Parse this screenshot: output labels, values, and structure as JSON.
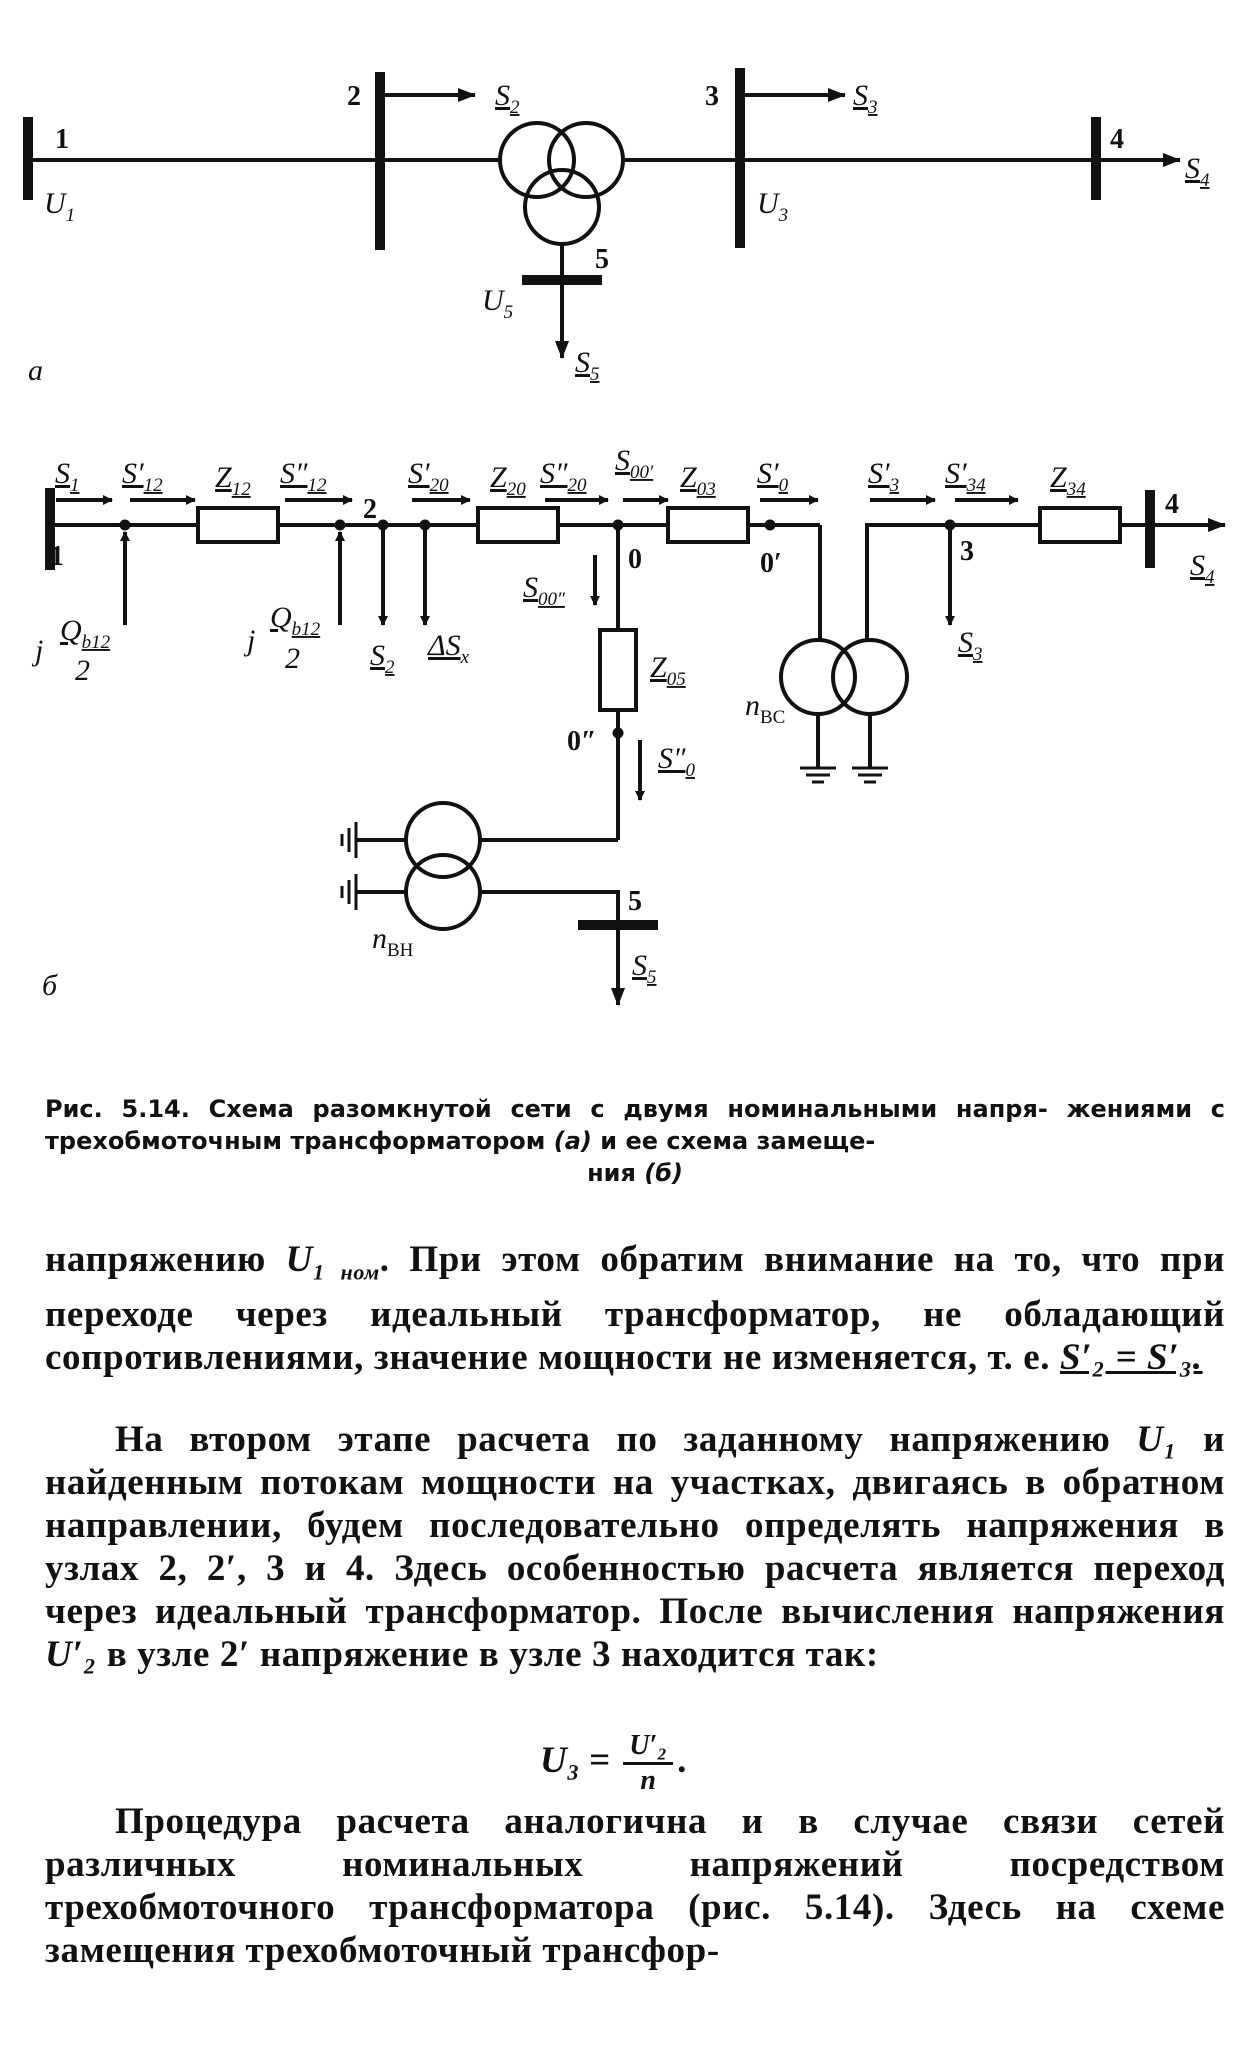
{
  "diagram_a": {
    "panel_label": "а",
    "nodes": [
      "1",
      "2",
      "3",
      "4",
      "5"
    ],
    "voltages": [
      "U",
      "1",
      "U",
      "3",
      "U",
      "5"
    ],
    "powers": [
      "S",
      "2",
      "S",
      "3",
      "S",
      "4",
      "S",
      "5"
    ]
  },
  "diagram_b": {
    "panel_label": "б",
    "nodes": [
      "1",
      "2",
      "0",
      "0′",
      "0″",
      "3",
      "4",
      "5"
    ],
    "impedances": [
      "Z",
      "12",
      "Z",
      "20",
      "Z",
      "03",
      "Z",
      "05",
      "Z",
      "34"
    ],
    "flows": [
      "S",
      "1",
      "S′",
      "12",
      "S″",
      "12",
      "S′",
      "20",
      "S″",
      "20",
      "S",
      "00′",
      "S′",
      "0",
      "S′",
      "3",
      "S′",
      "34",
      "S",
      "00″",
      "S″",
      "0",
      "S",
      "2",
      "ΔS",
      "x",
      "S",
      "3",
      "S",
      "4",
      "S",
      "5"
    ],
    "charging": [
      "j",
      "Q",
      "b12",
      "2"
    ],
    "transformers": [
      "n",
      "ВС",
      "n",
      "ВН"
    ]
  },
  "caption": {
    "line1": "Рис. 5.14. Схема разомкнутой сети с двумя номинальными напря-",
    "line2a": "жениями с трехобмоточным трансформатором",
    "line2b": "(а)",
    "line2c": "и ее схема замеще-",
    "line3a": "ния",
    "line3b": "(б)"
  },
  "text": {
    "p1a": "напряжению",
    "p1_u": "U",
    "p1_usub": "1 ном",
    "p1b": ". При этом обратим внимание на то, что при переходе через идеальный трансформатор, не обладающий сопротивлениями, значение мощности не изменяется, т. е.",
    "p1_eq": "S′₂ = S′₃.",
    "p2a": "На втором этапе расчета по заданному напряжению",
    "p2_u1": "U₁",
    "p2b": "и найденным потокам мощности на участках, двигаясь в обратном направлении, будем последовательно определять напряжения в узлах 2, 2′, 3 и 4. Здесь особенностью расчета является переход через идеальный трансформатор. После вычисления напряжения",
    "p2_u2": "U′₂",
    "p2c": "в узле 2′ напряжение в узле 3 находится так:",
    "formula_lhs": "U₃ =",
    "formula_num": "U′₂",
    "formula_den": "n",
    "formula_end": ".",
    "p3": "Процедура расчета аналогична и в случае связи сетей различных номинальных напряжений посредством трехобмоточного трансформатора (рис. 5.14). Здесь на схеме замещения трехобмоточный трансфор-"
  }
}
